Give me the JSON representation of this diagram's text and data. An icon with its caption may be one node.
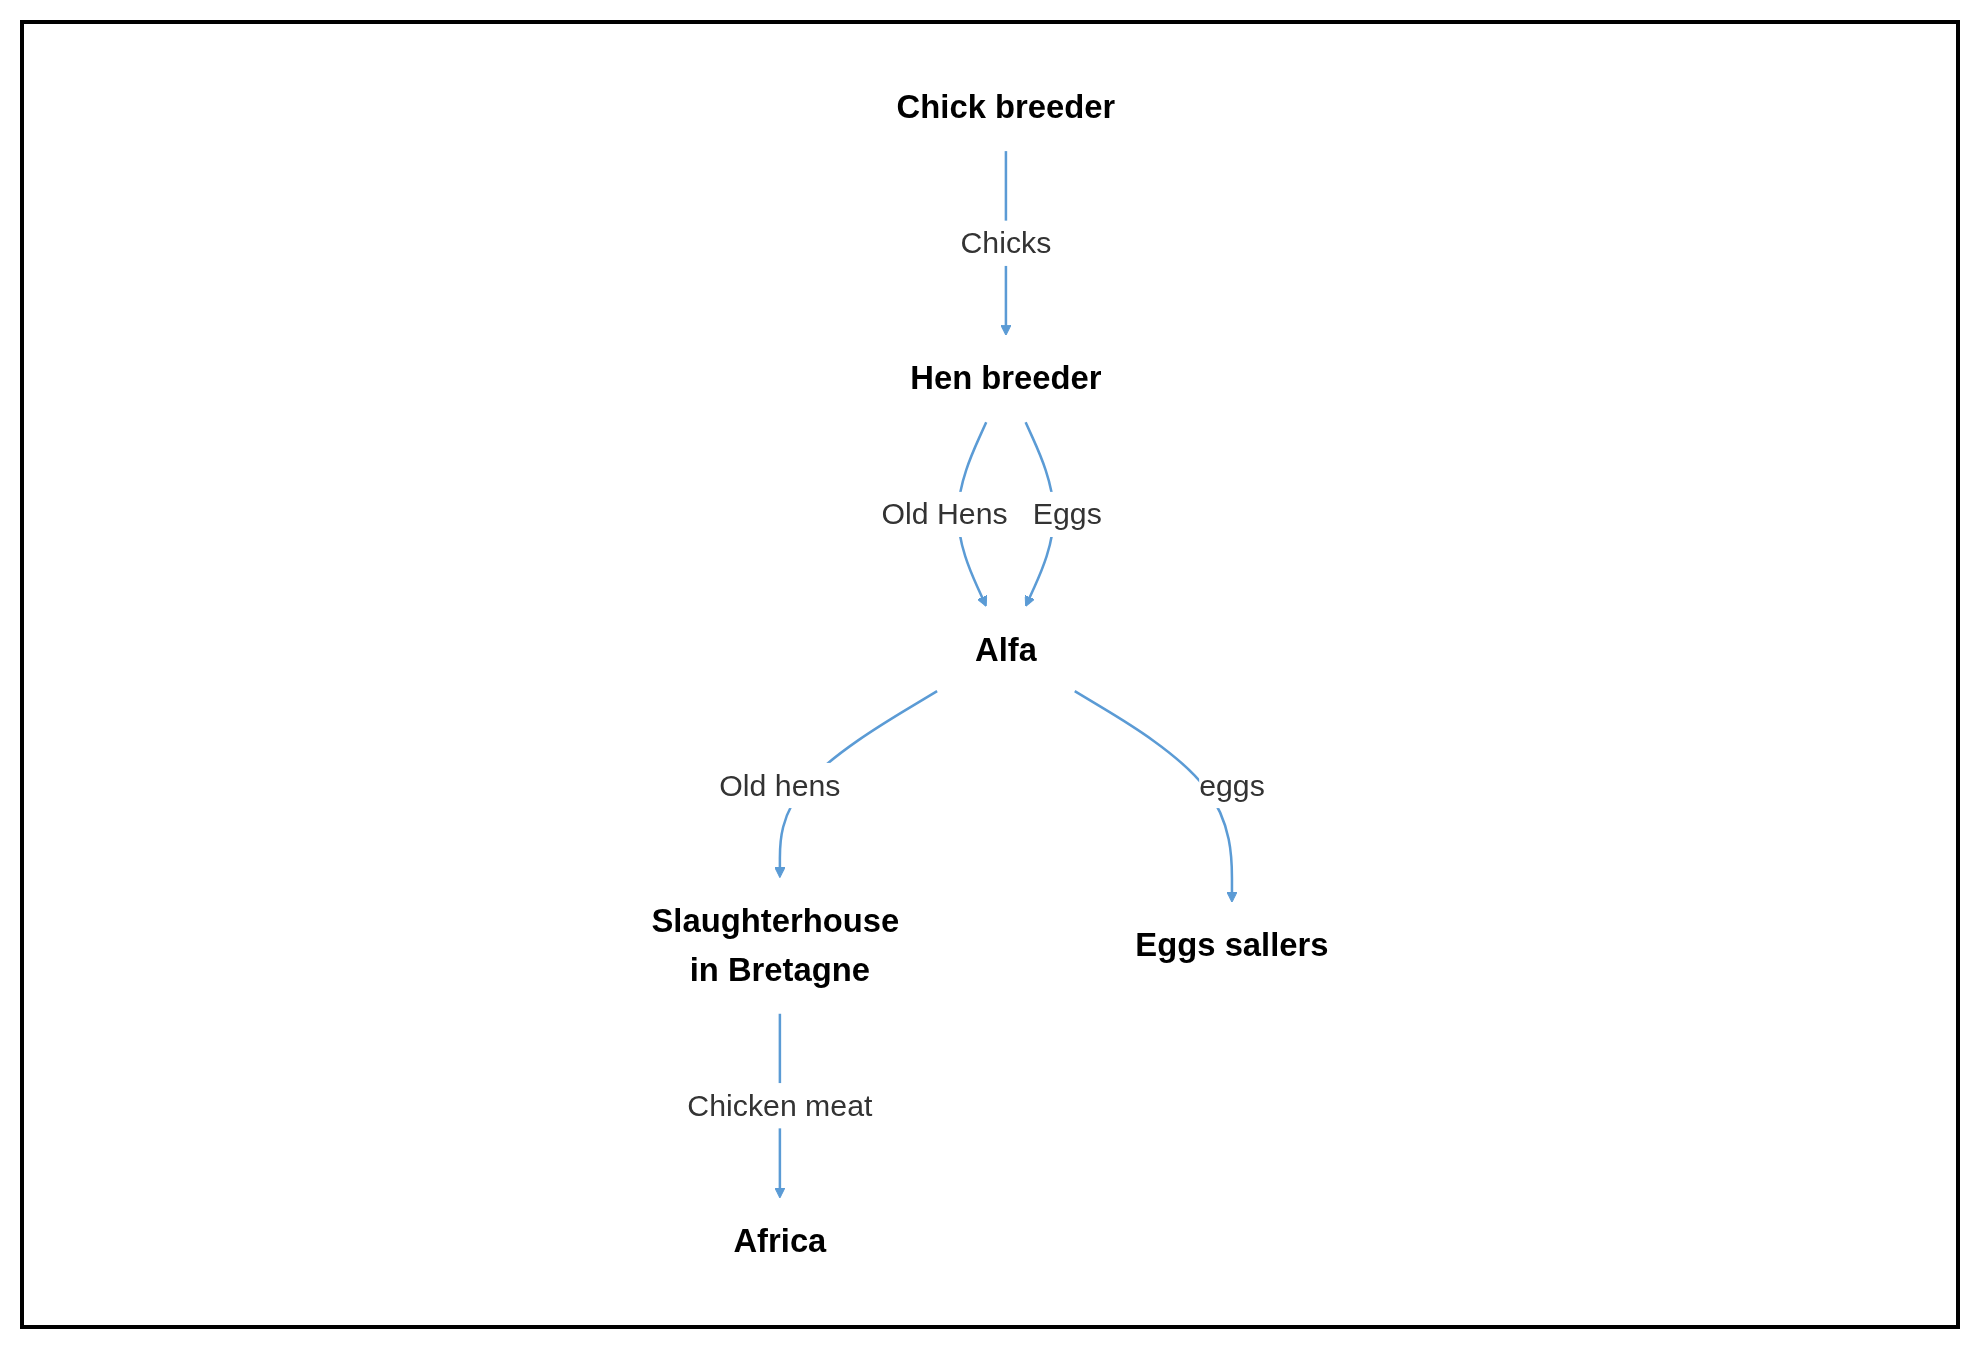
{
  "diagram": {
    "nodes": [
      {
        "text": [
          "Chick breeder"
        ]
      },
      {
        "text": [
          "Africa"
        ]
      },
      {
        "text": [
          "Slaughterhouse in Bretagne"
        ]
      },
      {
        "text": [
          "Hen breeder"
        ]
      },
      {
        "text": [
          "Alfa"
        ]
      },
      {
        "text": [
          "Eggs sallers"
        ]
      }
    ],
    "edges": [
      {
        "from": 0,
        "to": 3,
        "arrow": "to",
        "label": "Chicks"
      },
      {
        "from": 2,
        "to": 1,
        "arrow": "to",
        "label": "Chicken meat"
      },
      {
        "from": 3,
        "to": 4,
        "arrow": "to",
        "label": "Old Hens"
      },
      {
        "from": 3,
        "to": 4,
        "arrow": "to",
        "label": "Eggs"
      },
      {
        "from": 4,
        "to": 2,
        "arrow": "to",
        "label": "Old hens"
      },
      {
        "from": 4,
        "to": 5,
        "arrow": "to",
        "label": "eggs"
      }
    ]
  }
}
